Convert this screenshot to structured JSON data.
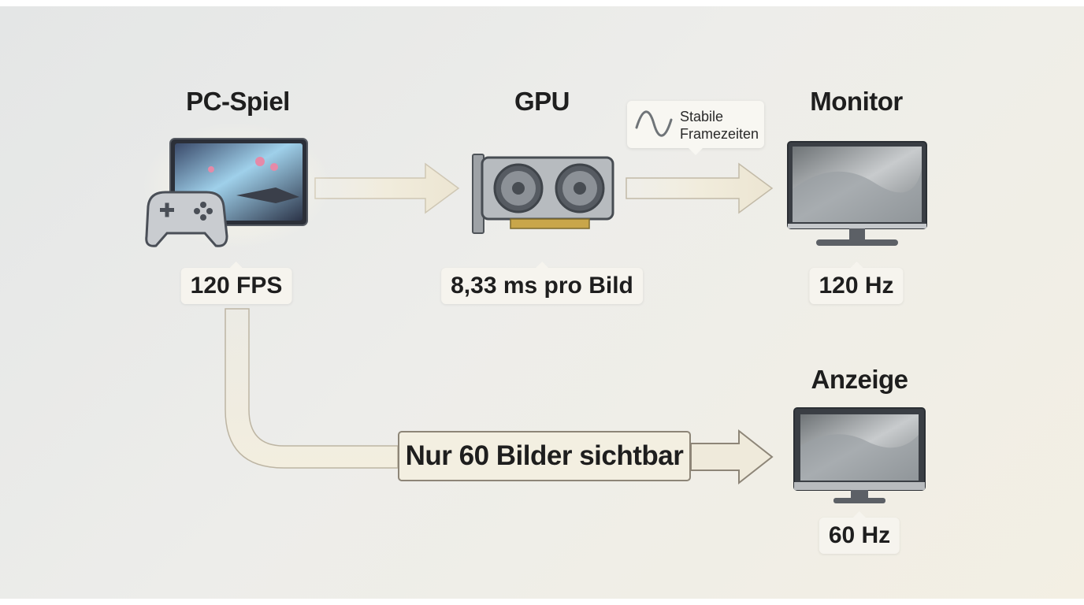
{
  "nodes": {
    "game": {
      "title": "PC-Spiel",
      "label": "120 FPS"
    },
    "gpu": {
      "title": "GPU",
      "label": "8,33 ms pro Bild"
    },
    "monitor": {
      "title": "Monitor",
      "label": "120 Hz"
    },
    "display": {
      "title": "Anzeige",
      "label": "60 Hz"
    }
  },
  "callout": {
    "line1": "Stabile",
    "line2": "Framezeiten",
    "icon": "sine-wave-icon"
  },
  "bottom_path": {
    "label": "Nur 60 Bilder sichtbar"
  },
  "icons": {
    "game": "gamepad-screen-icon",
    "gpu": "graphics-card-icon",
    "monitor": "monitor-icon",
    "display": "monitor-icon"
  },
  "colors": {
    "arrow_fill": "#f1ecdc",
    "arrow_outline": "#b9b1a0",
    "box_border": "#8d8577",
    "text": "#1e1e1e"
  }
}
